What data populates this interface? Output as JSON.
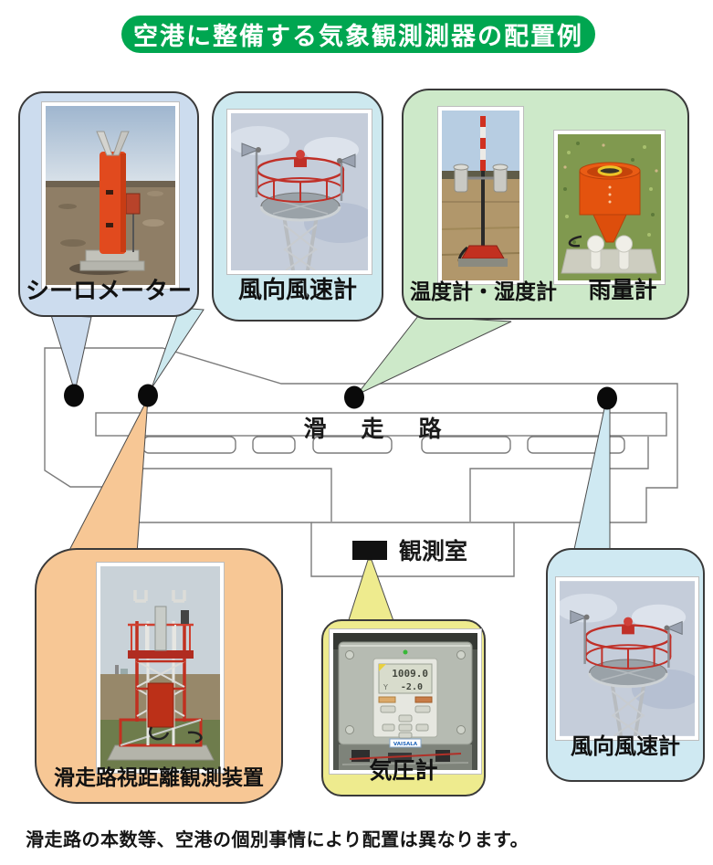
{
  "title": "空港に整備する気象観測測器の配置例",
  "note": "滑走路の本数等、空港の個別事情により配置は異なります。",
  "map": {
    "runway_label": "滑走路",
    "observation_room_label": "観測室"
  },
  "bubbles": [
    {
      "id": "ceilometer",
      "label": "シーロメーター"
    },
    {
      "id": "wind-sensor-1",
      "label": "風向風速計"
    },
    {
      "id": "thermo-hygrometer",
      "label": "温度計・湿度計"
    },
    {
      "id": "rain-gauge",
      "label": "雨量計"
    },
    {
      "id": "rvr-device",
      "label": "滑走路視距離観測装置"
    },
    {
      "id": "barometer",
      "label": "気圧計"
    },
    {
      "id": "wind-sensor-2",
      "label": "風向風速計"
    }
  ],
  "barometer_display": {
    "reading_top": "1009.0",
    "reading_bottom": "-2.0",
    "brand": "VAISALA"
  },
  "colors": {
    "title_bg": "#00a650",
    "bubble_ceilometer": "#ccdcee",
    "bubble_wind": "#cde9ef",
    "bubble_green": "#cde9c9",
    "bubble_rvr": "#f7c795",
    "bubble_barometer": "#eeeb8e",
    "bubble_wind2": "#cfe9f2",
    "map_line": "#7c7c7c",
    "site_dot": "#0a0a0a"
  }
}
